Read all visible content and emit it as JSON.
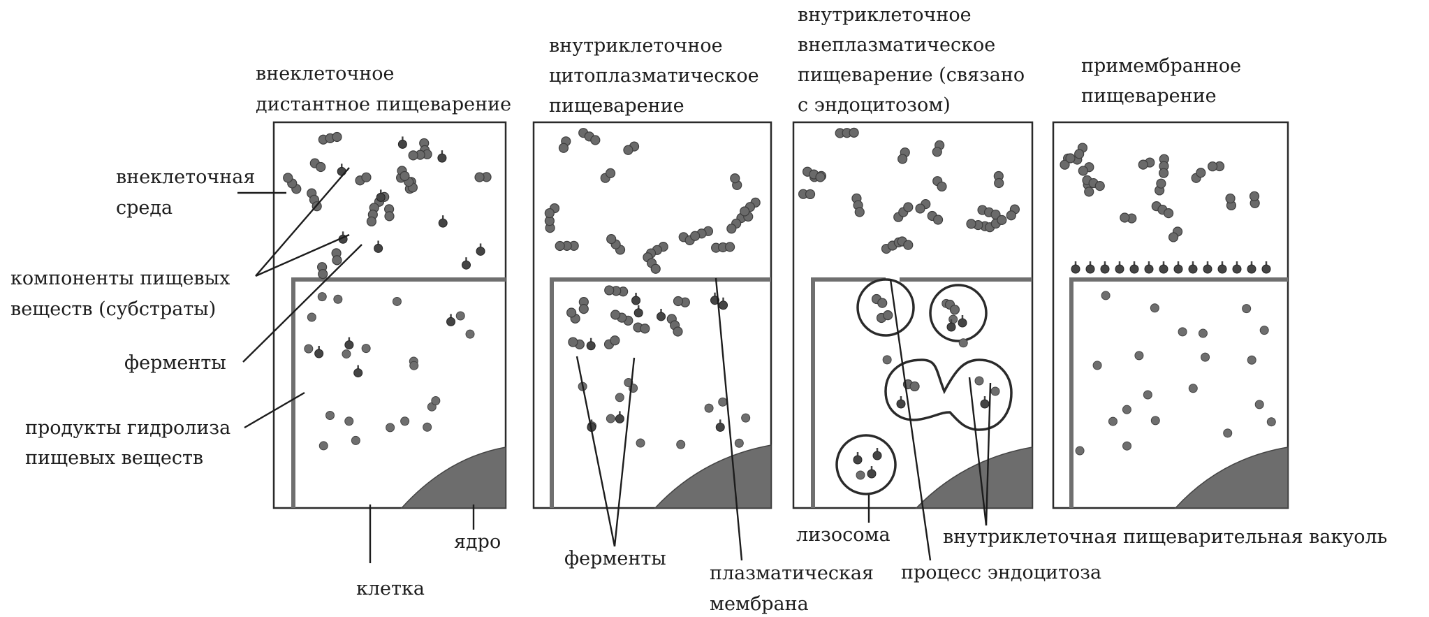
{
  "panel_titles": [
    [
      "внеклеточное",
      "дистантное пищеварение"
    ],
    [
      "внутриклеточное",
      "цитоплазматическое",
      "пищеварение"
    ],
    [
      "внутриклеточное",
      "внеплазматическое",
      "пищеварение (связано",
      "с эндоцитозом)"
    ],
    [
      "примембранное",
      "пищеварение"
    ]
  ],
  "labels": {
    "extracellular_medium": [
      "внеклеточная",
      "среда"
    ],
    "food_components": [
      "компоненты пищевых",
      "веществ (субстраты)"
    ],
    "enzymes_left": "ферменты",
    "hydrolysis_products": [
      "продукты гидролиза",
      "пищевых веществ"
    ],
    "nucleus": "ядро",
    "cell": "клетка",
    "enzymes_panel2": "ферменты",
    "plasma_membrane": [
      "плазматическая",
      "мембрана"
    ],
    "lysosome": "лизосома",
    "endocytosis_process": "процесс эндоцитоза",
    "digestive_vacuole": "внутриклеточная пищеварительная вакуоль"
  },
  "colors": {
    "ink": "#1c1c1c",
    "particle": "#6a6a6a",
    "enzyme": "#444444",
    "membrane": "#6f6f6f",
    "nucleus": "#6d6d6d"
  }
}
